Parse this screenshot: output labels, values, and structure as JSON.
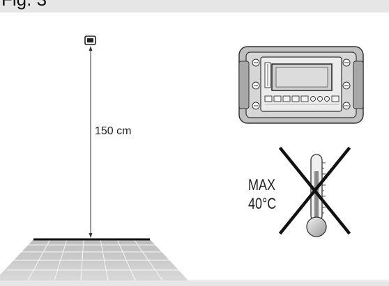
{
  "header": {
    "title": "Fig. 3"
  },
  "diagram": {
    "distance_label": "150 cm",
    "max_label": "MAX",
    "temp_limit_label": "40°C"
  },
  "icons": {
    "thermostat": "thermostat-device-icon",
    "sensor": "wall-sensor-icon",
    "thermometer": "thermometer-icon",
    "prohibited": "cross-out-icon"
  }
}
